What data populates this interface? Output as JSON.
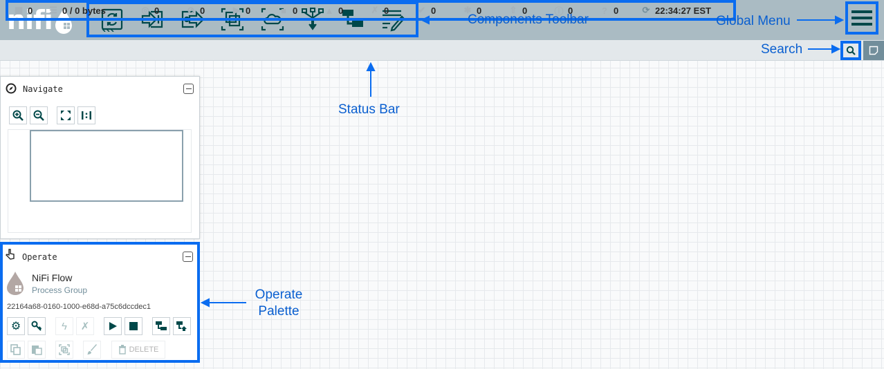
{
  "header": {
    "logo_text": "nifi",
    "toolbar_items": [
      "processor",
      "input-port",
      "output-port",
      "process-group",
      "remote-process-group",
      "funnel",
      "template",
      "label"
    ]
  },
  "statusbar": {
    "active_threads": "0",
    "queued": "0 / 0 bytes",
    "transmitting": "0",
    "not_transmitting": "0",
    "running": "0",
    "stopped": "0",
    "invalid": "0",
    "disabled": "0",
    "up_to_date": "0",
    "locally_modified": "0",
    "stale": "0",
    "locally_modified_stale": "0",
    "sync_failure": "0",
    "last_refreshed": "22:34:27 EST"
  },
  "annotations": {
    "components_toolbar": "Components Toolbar",
    "global_menu": "Global Menu",
    "search": "Search",
    "status_bar": "Status Bar",
    "operate_palette_line1": "Operate",
    "operate_palette_line2": "Palette"
  },
  "navigate": {
    "title": "Navigate"
  },
  "operate": {
    "title": "Operate",
    "name": "NiFi Flow",
    "type": "Process Group",
    "id": "22164a68-0160-1000-e68d-a75c6dccdec1",
    "delete_label": "DELETE"
  },
  "colors": {
    "header_bg": "#aabbc3",
    "icon_dark": "#004849",
    "annotation_blue": "#0a6cf0",
    "status_icon": "#a5b1b9"
  }
}
